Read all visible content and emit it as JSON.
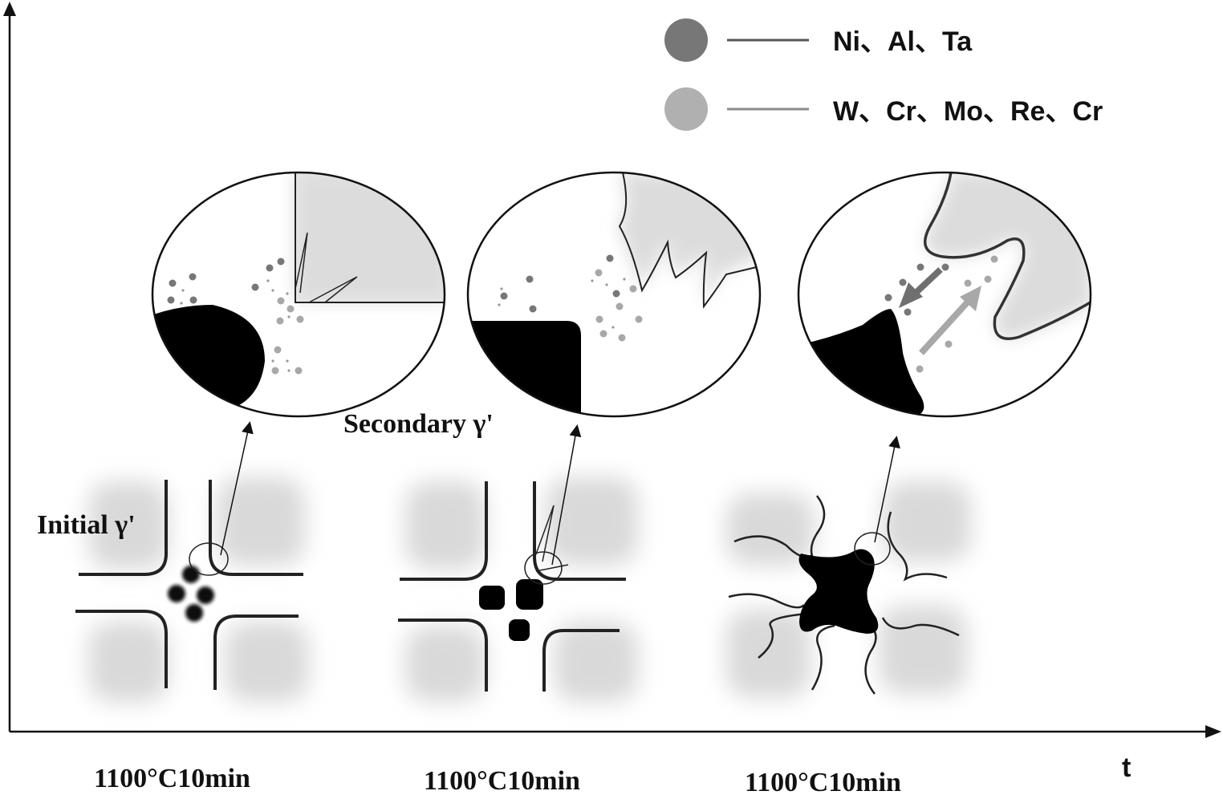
{
  "legend": {
    "items": [
      {
        "label": "Ni、Al、Ta",
        "color": "#777777"
      },
      {
        "label": "W、Cr、Mo、Re、Cr",
        "color": "#b0b0b0"
      }
    ]
  },
  "annotations": {
    "initial": "Initial γ'",
    "secondary": "Secondary γ'"
  },
  "stages": [
    {
      "label": "1100°C10min"
    },
    {
      "label": "1100°C10min"
    },
    {
      "label": "1100°C10min"
    }
  ],
  "axis": {
    "x_label": "t"
  },
  "colors": {
    "precipitate": "#000000",
    "gamma_prime_fill": "#dcdcdc",
    "line": "#222222"
  }
}
